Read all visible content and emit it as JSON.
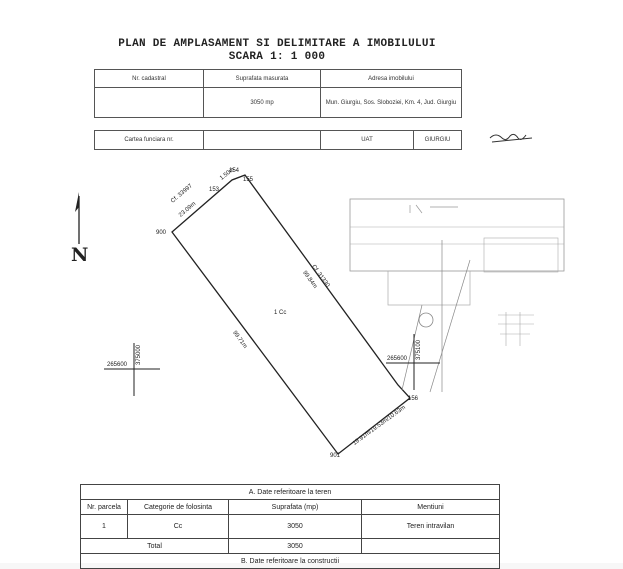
{
  "title": "PLAN DE AMPLASAMENT SI DELIMITARE A IMOBILULUI",
  "scale": "SCARA 1: 1 000",
  "header_table": {
    "col_nr_cadastral": "Nr. cadastral",
    "col_suprafata": "Suprafata masurata",
    "col_adresa": "Adresa imobilului",
    "suprafata_value": "3050 mp",
    "adresa_value": "Mun. Giurgiu, Sos. Sloboziei, Km. 4, Jud. Giurgiu",
    "carte_funciara_label": "Cartea funciara nr.",
    "uat_label": "UAT",
    "uat_value": "GIURGIU"
  },
  "plan": {
    "points": {
      "p154": "154",
      "p155": "155",
      "p153": "153",
      "p900": "900",
      "p156": "156",
      "p901": "901"
    },
    "dimensions": {
      "top_short": "1.50m",
      "top_left": "23.09m",
      "right_long": "99.84m",
      "left_long": "99.71m",
      "bottom": "19.91m/19.53m/10.63m"
    },
    "neighbors": {
      "top": "Cf. 33997",
      "right": "Cf. 31330"
    },
    "parcel_label": "1 Cc",
    "north_label": "N",
    "coord_left_x": "265600",
    "coord_left_y": "375000",
    "coord_right_x": "265600",
    "coord_right_y": "375100"
  },
  "bottom_table": {
    "section_a": "A. Date referitoare la teren",
    "col_nr_parcela": "Nr. parcela",
    "col_categorie": "Categorie de folosinta",
    "col_suprafata": "Suprafata (mp)",
    "col_mentiuni": "Mentiuni",
    "row1_nr": "1",
    "row1_categorie": "Cc",
    "row1_suprafata": "3050",
    "row1_mentiuni": "Teren intravilan",
    "total_label": "Total",
    "total_value": "3050",
    "section_b": "B. Date referitoare la constructii"
  }
}
